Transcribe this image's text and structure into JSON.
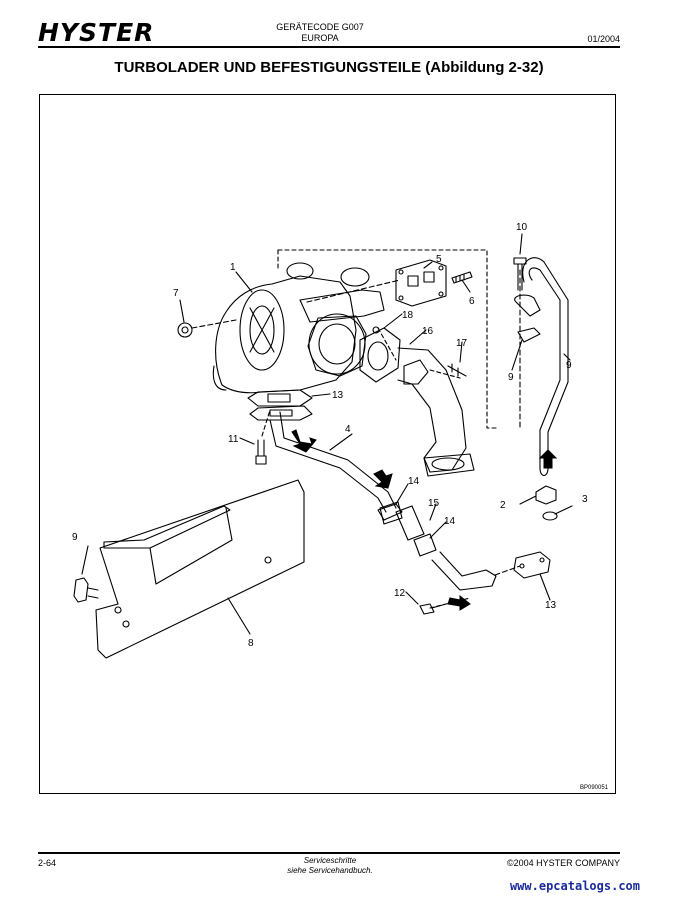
{
  "header": {
    "brand": "HYSTER",
    "code": "GERÄTECODE G007",
    "region": "EUROPA",
    "date": "01/2004"
  },
  "title": "TURBOLADER UND BEFESTIGUNGSTEILE (Abbildung 2-32)",
  "figure": {
    "id": "BP090051",
    "callouts": [
      "1",
      "2",
      "3",
      "4",
      "5",
      "6",
      "7",
      "8",
      "9",
      "9",
      "9",
      "10",
      "11",
      "12",
      "13",
      "13",
      "14",
      "14",
      "15",
      "16",
      "17",
      "18"
    ]
  },
  "footer": {
    "page": "2-64",
    "line1": "Serviceschritte",
    "line2": "siehe Servicehandbuch.",
    "copyright": "©2004 HYSTER COMPANY"
  },
  "watermark": "www.epcatalogs.com"
}
